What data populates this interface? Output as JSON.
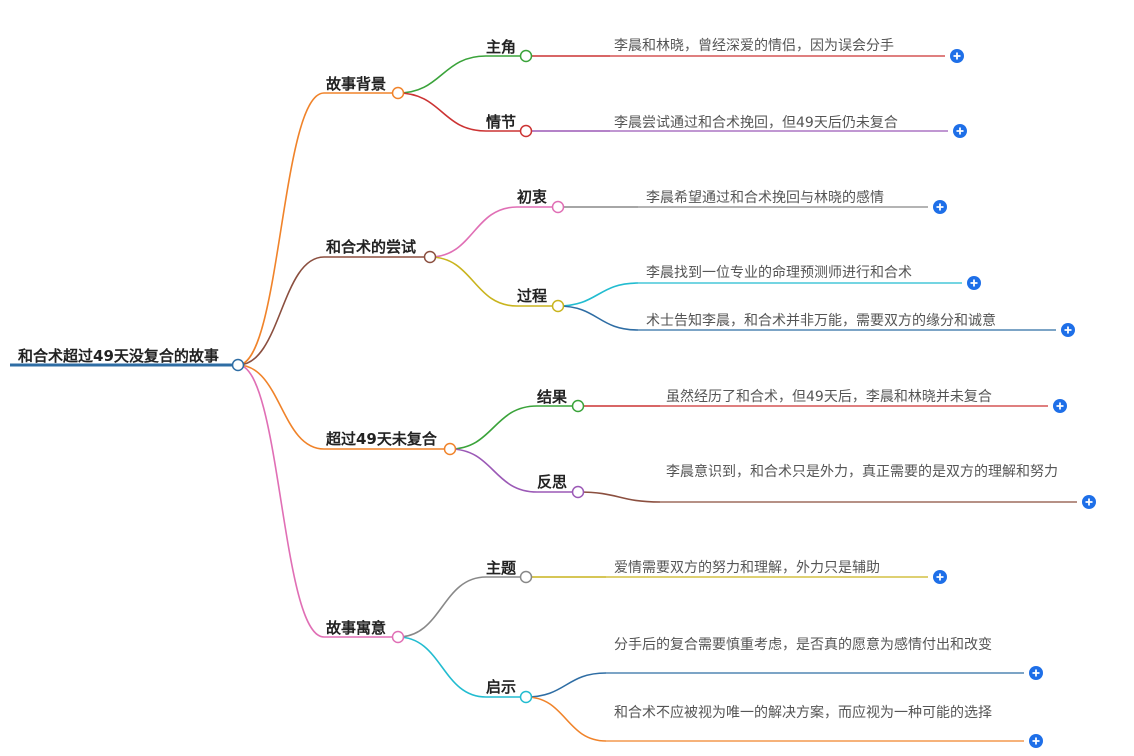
{
  "root": "和合术超过49天没复合的故事",
  "branches": [
    {
      "label": "故事背景",
      "children": [
        {
          "label": "主角",
          "leaves": [
            "李晨和林晓，曾经深爱的情侣，因为误会分手"
          ]
        },
        {
          "label": "情节",
          "leaves": [
            "李晨尝试通过和合术挽回，但49天后仍未复合"
          ]
        }
      ]
    },
    {
      "label": "和合术的尝试",
      "children": [
        {
          "label": "初衷",
          "leaves": [
            "李晨希望通过和合术挽回与林晓的感情"
          ]
        },
        {
          "label": "过程",
          "leaves": [
            "李晨找到一位专业的命理预测师进行和合术",
            "术士告知李晨，和合术并非万能，需要双方的缘分和诚意"
          ]
        }
      ]
    },
    {
      "label": "超过49天未复合",
      "children": [
        {
          "label": "结果",
          "leaves": [
            "虽然经历了和合术，但49天后，李晨和林晓并未复合"
          ]
        },
        {
          "label": "反思",
          "leaves": [
            "李晨意识到，和合术只是外力，真正需要的是双方的理解和努力"
          ]
        }
      ]
    },
    {
      "label": "故事寓意",
      "children": [
        {
          "label": "主题",
          "leaves": [
            "爱情需要双方的努力和理解，外力只是辅助"
          ]
        },
        {
          "label": "启示",
          "leaves": [
            "分手后的复合需要慎重考虑，是否真的愿意为感情付出和改变",
            "和合术不应被视为唯一的解决方案，而应视为一种可能的选择"
          ]
        }
      ]
    }
  ],
  "colors": {
    "root_line": "#2e6da4",
    "branch_lines": [
      "#f0832a",
      "#8b4f3f",
      "#f0832a",
      "#e06fb5"
    ],
    "child_lines": [
      "#3aa33a",
      "#cc3333",
      "#e06fb5",
      "#c9b41e",
      "#3aa33a",
      "#9b59b6",
      "#888888",
      "#22bcd0"
    ],
    "leaf_lines": [
      "#cc3333",
      "#9b59b6",
      "#888888",
      "#22bcd0",
      "#2e6da4",
      "#cc3333",
      "#8b4f3f",
      "#c9b41e",
      "#2e6da4",
      "#f0832a"
    ],
    "plus_button": "#1e6fe8"
  },
  "icons": {
    "expand": "plus-circle-icon"
  }
}
